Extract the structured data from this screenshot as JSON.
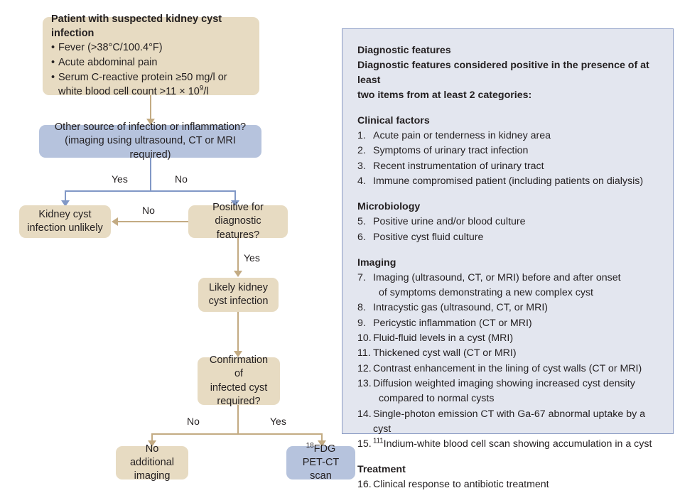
{
  "colors": {
    "tan_box": "#e7dbc2",
    "blue_box": "#b6c3dd",
    "tan_connector": "#c3ab83",
    "blue_connector": "#8198c6",
    "panel_bg": "#e3e6ef",
    "panel_border": "#8a9bc4",
    "text": "#231f20"
  },
  "flowchart": {
    "start": {
      "title": "Patient with suspected kidney cyst infection",
      "bullets": [
        "Fever (>38°C/100.4°F)",
        "Acute abdominal pain",
        "Serum C-reactive protein ≥50 mg/l or",
        "white blood cell count >11 × 10⁹/l"
      ]
    },
    "other_source": {
      "line1": "Other source of infection or inflammation?",
      "line2": "(imaging using ultrasound, CT or MRI required)"
    },
    "unlikely": {
      "line1": "Kidney cyst",
      "line2": "infection unlikely"
    },
    "positive_features": {
      "line1": "Positive for",
      "line2": "diagnostic features?"
    },
    "likely": {
      "line1": "Likely kidney",
      "line2": "cyst infection"
    },
    "confirmation": {
      "line1": "Confirmation of",
      "line2": "infected cyst",
      "line3": "required?"
    },
    "no_imaging": {
      "line1": "No additional",
      "line2": "imaging"
    },
    "petct": {
      "line1": "FDG",
      "line1_sup": "18",
      "line2": "PET-CT scan"
    },
    "labels": {
      "yes_branch_1": "Yes",
      "no_branch_1": "No",
      "no_to_unlikely": "No",
      "yes_to_likely": "Yes",
      "no_to_no_imaging": "No",
      "yes_to_petct": "Yes"
    }
  },
  "panel": {
    "heading": "Diagnostic features",
    "intro_line1": "Diagnostic features considered positive in the presence of at least",
    "intro_line2": "two items from at least 2 categories:",
    "categories": [
      {
        "name": "Clinical factors",
        "items": [
          {
            "num": "1.",
            "text": "Acute pain or tenderness in kidney area"
          },
          {
            "num": "2.",
            "text": "Symptoms of urinary tract infection"
          },
          {
            "num": "3.",
            "text": "Recent instrumentation of urinary tract"
          },
          {
            "num": "4.",
            "text": "Immune compromised patient (including patients on dialysis)"
          }
        ]
      },
      {
        "name": "Microbiology",
        "items": [
          {
            "num": "5.",
            "text": "Positive urine and/or blood culture"
          },
          {
            "num": "6.",
            "text": "Positive cyst fluid culture"
          }
        ]
      },
      {
        "name": "Imaging",
        "items": [
          {
            "num": "7.",
            "text": "Imaging (ultrasound, CT, or MRI) before and after onset",
            "cont": "of symptoms demonstrating a new complex cyst"
          },
          {
            "num": "8.",
            "text": "Intracystic gas (ultrasound, CT, or MRI)"
          },
          {
            "num": "9.",
            "text": "Pericystic inflammation (CT or MRI)"
          },
          {
            "num": "10.",
            "text": "Fluid-fluid levels in a cyst (MRI)"
          },
          {
            "num": "11.",
            "text": "Thickened cyst wall (CT or MRI)"
          },
          {
            "num": "12.",
            "text": "Contrast enhancement in the lining of cyst walls (CT or MRI)"
          },
          {
            "num": "13.",
            "text": "Diffusion weighted imaging showing increased cyst density",
            "cont": "compared to normal cysts"
          },
          {
            "num": "14.",
            "text": "Single-photon emission CT with Ga-67 abnormal uptake by a cyst"
          },
          {
            "num": "15.",
            "sup": "111",
            "text": "Indium-white blood cell scan showing accumulation in a cyst"
          }
        ]
      },
      {
        "name": "Treatment",
        "items": [
          {
            "num": "16.",
            "text": "Clinical response to antibiotic treatment"
          }
        ]
      }
    ]
  }
}
